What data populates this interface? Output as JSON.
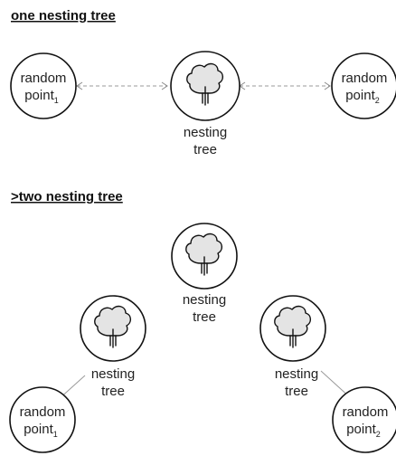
{
  "section1": {
    "title": "one nesting tree",
    "random_point_word": "random",
    "point_word": "point",
    "sub1": "1",
    "sub2": "2",
    "tree_line1": "nesting",
    "tree_line2": "tree"
  },
  "section2": {
    "title": ">two nesting tree",
    "random_point_word": "random",
    "point_word": "point",
    "sub1": "1",
    "sub2": "2",
    "tree_line1": "nesting",
    "tree_line2": "tree"
  },
  "colors": {
    "outline": "#111111",
    "crown_fill": "#e4e4e4",
    "connector": "#9a9a9a"
  }
}
